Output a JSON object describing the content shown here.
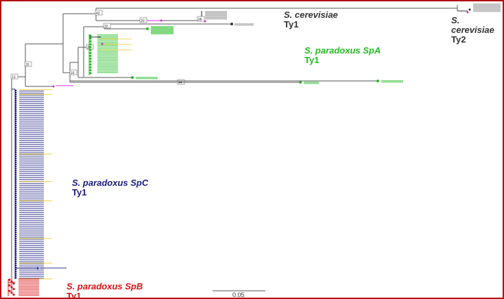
{
  "clades": {
    "cer_ty1": {
      "species": "S. cerevisiae",
      "element": "Ty1",
      "color": "#333333"
    },
    "cer_ty2": {
      "species": "S. cerevisiae",
      "element": "Ty2",
      "color": "#333333"
    },
    "spa": {
      "species": "S. paradoxus SpA",
      "element": "Ty1",
      "color": "#22bb22"
    },
    "spc": {
      "species": "S. paradoxus SpC",
      "element": "Ty1",
      "color": "#1a1a80"
    },
    "spb": {
      "species": "S. paradoxus SpB",
      "element": "Ty1",
      "color": "#dd1111"
    }
  },
  "node_supports": [
    "43",
    "20",
    "22",
    "32",
    "29",
    "20",
    "16",
    "13",
    "44",
    "44",
    "96"
  ],
  "scale_bar": {
    "label": "0.05"
  },
  "colors": {
    "branch": "#555555",
    "outgroup": "#dd22dd",
    "highlight": "#e8d23a",
    "frame": "#b01010"
  }
}
